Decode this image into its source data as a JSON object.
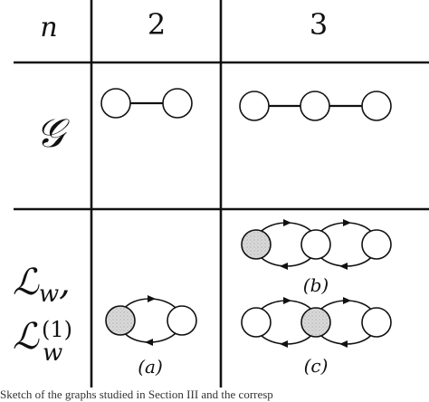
{
  "table": {
    "header": {
      "n_label": "n",
      "col_2": "2",
      "col_3": "3"
    },
    "row_graph": {
      "label": "𝒢"
    },
    "row_laplacian": {
      "label_line1_main": "ℒ",
      "label_line1_sub": "w",
      "label_line1_suffix": ",",
      "label_line2_main": "ℒ",
      "label_line2_sup": "(1)",
      "label_line2_sub": "w"
    },
    "panels": {
      "a": "(a)",
      "b": "(b)",
      "c": "(c)"
    }
  },
  "caption": "Sketch of the graphs studied in Section III and the corresp"
}
